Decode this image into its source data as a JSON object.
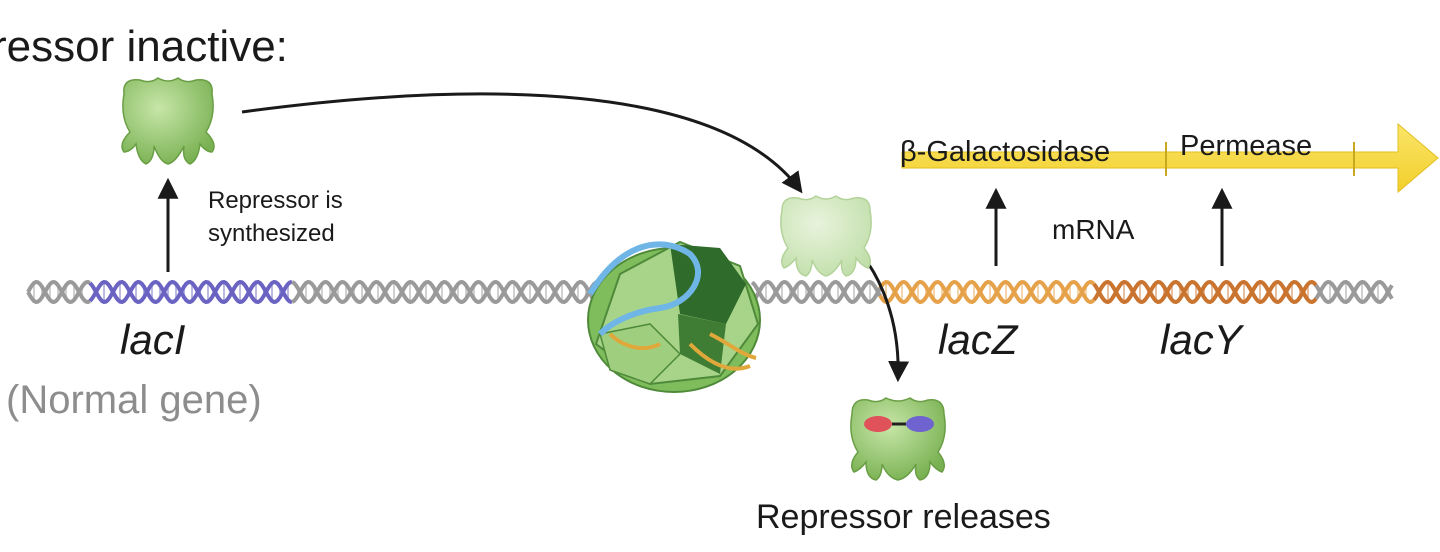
{
  "title": "ressor inactive:",
  "labels": {
    "repressor_synthesized": "Repressor is\nsynthesized",
    "laci": "lacI",
    "normal_gene": "(Normal gene)",
    "mrna": "mRNA",
    "lacz": "lacZ",
    "lacy": "lacY",
    "repressor_releases": "Repressor releases"
  },
  "products": {
    "beta_galactosidase": "β-Galactosidase",
    "permease": "Permease"
  },
  "colors": {
    "dna_gray": "#9a9a9a",
    "laci_purple": "#6a63c2",
    "lacz_orange": "#e6a24a",
    "lacy_orange": "#c9742f",
    "repressor_green": "#8fc46a",
    "polymerase_green": "#4e8a3a",
    "product_arrow_yellow": "#f7d83a",
    "inducer_red": "#e0525a",
    "inducer_blue": "#6e63cf"
  }
}
